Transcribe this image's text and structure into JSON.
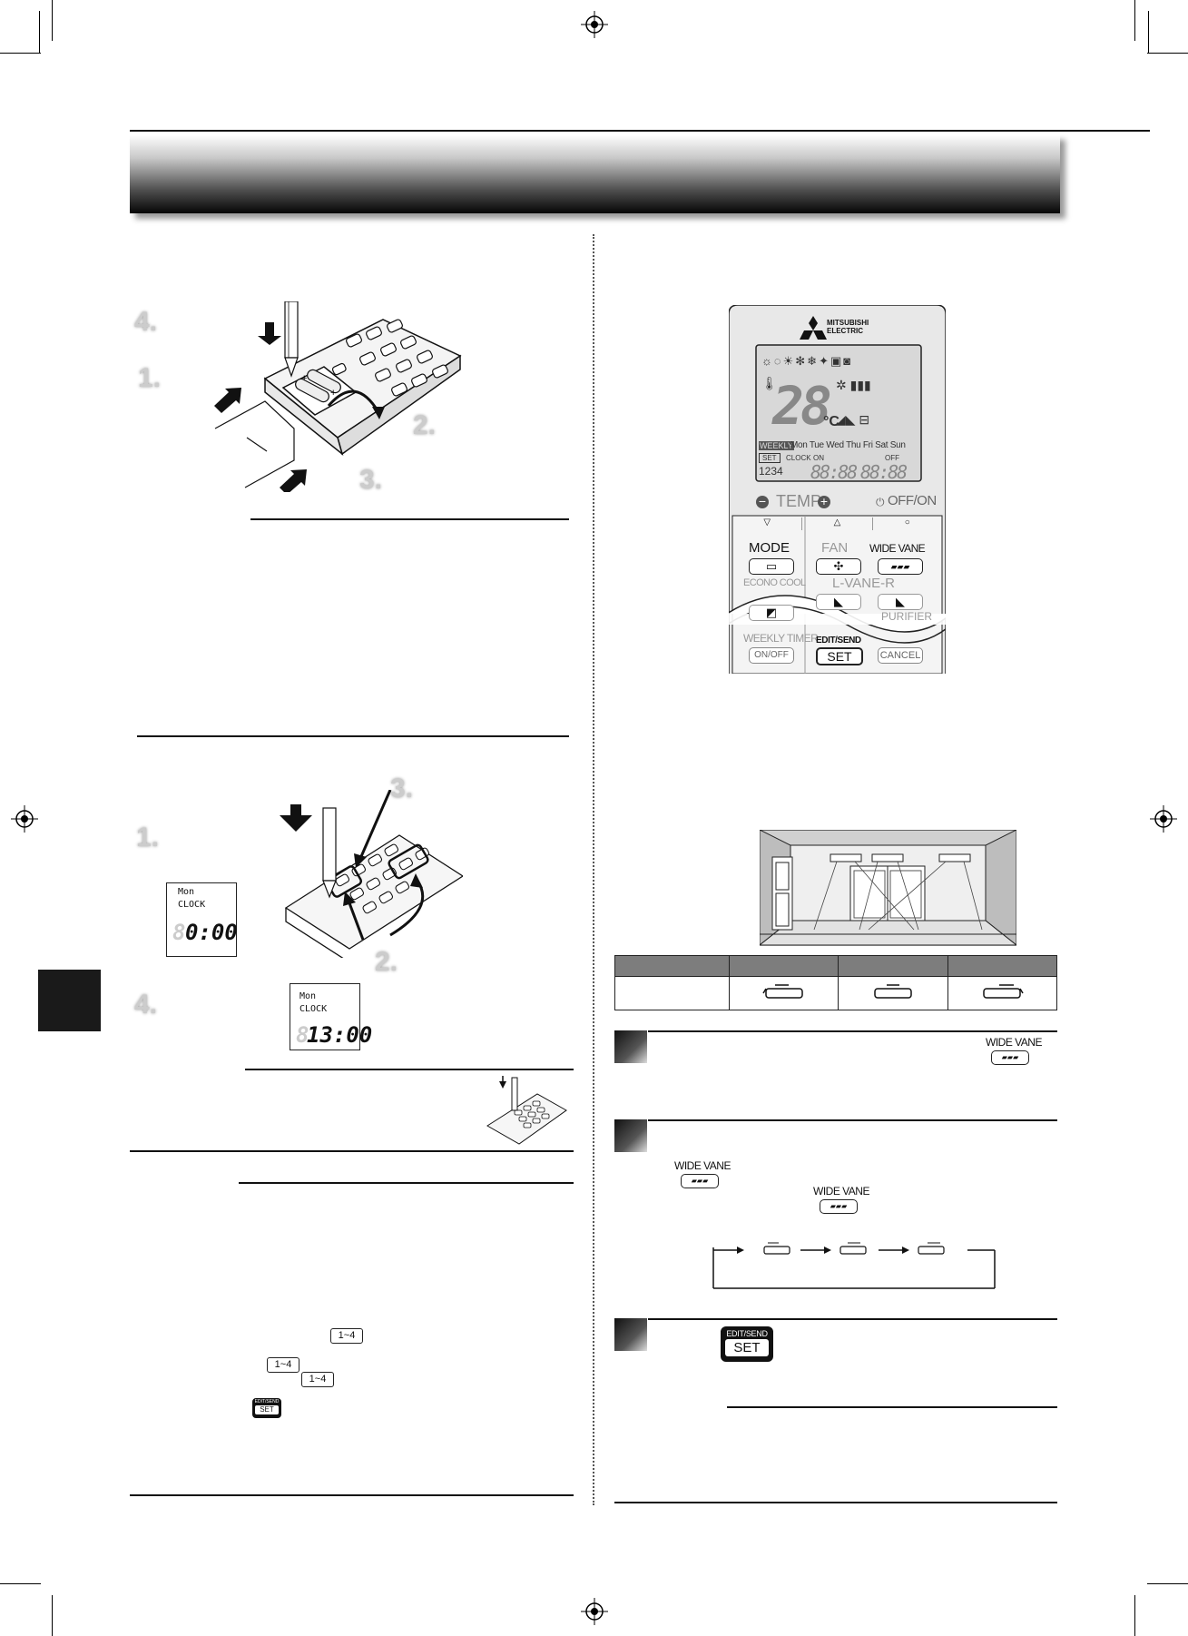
{
  "step_labels": {
    "battery": [
      "4.",
      "1.",
      "2.",
      "3."
    ],
    "clock": [
      "3.",
      "1.",
      "2.",
      "4."
    ]
  },
  "clock_displays": [
    {
      "day": "Mon",
      "label": "CLOCK",
      "time": "0:00",
      "digit_ghost": "8"
    },
    {
      "day": "Mon",
      "label": "CLOCK",
      "time": "13:00",
      "digit_ghost": "8"
    }
  ],
  "remote": {
    "brand_line1": "MITSUBISHI",
    "brand_line2": "ELECTRIC",
    "temp_display": "28",
    "temp_unit": "°C",
    "weekday_tag": "WEEKLY",
    "days": "Mon Tue Wed Thu Fri Sat Sun",
    "set_tag": "SET",
    "clock_tag": "CLOCK",
    "on_tag": "ON",
    "off_tag": "OFF",
    "numbers": "1234",
    "time_left": "88:88",
    "time_right": "88:88",
    "temp_label": "TEMP",
    "off_on_label": "OFF/ON",
    "mode_label": "MODE",
    "fan_label": "FAN",
    "wide_vane_label": "WIDE VANE",
    "econo_cool_label": "ECONO COOL",
    "l_vane_r_label": "L-VANE-R",
    "purifier_label": "PURIFIER",
    "weekly_timer_label": "WEEKLY TIMER",
    "edit_send_label": "EDIT/SEND",
    "on_off_btn": "ON/OFF",
    "set_btn": "SET",
    "cancel_btn": "CANCEL"
  },
  "inline_buttons": {
    "wide_vane_label": "WIDE VANE",
    "edit_send_label": "EDIT/SEND",
    "set_label": "SET",
    "range_label": "1~4"
  }
}
